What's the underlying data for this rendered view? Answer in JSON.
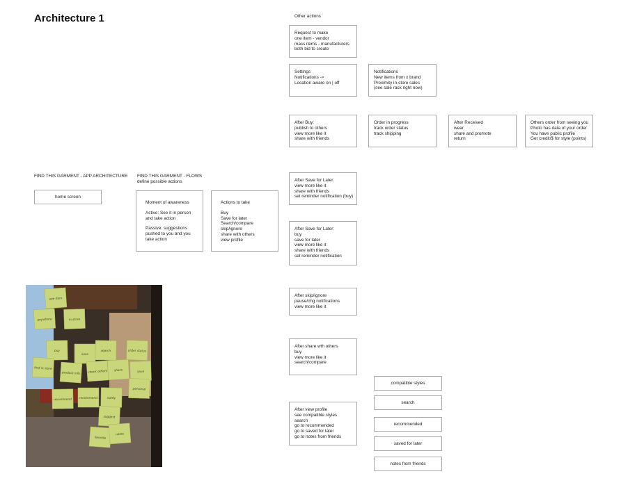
{
  "title": "Architecture 1",
  "other_actions_label": "Other actions",
  "app_architecture_label": "FIND THIS GARMENT - APP ARCHITECTURE",
  "flows_label": "FIND THIS GARMENT - FLOWS",
  "flows_sublabel": "define possible actions",
  "home_screen": "home screen",
  "moment_box": {
    "heading": "Moment of awareness",
    "active": [
      "Active: See it in person",
      "and take action"
    ],
    "passive": [
      "Passive: suggestions",
      "pushed to you and you",
      "take action"
    ]
  },
  "actions_box": {
    "heading": "Actions to take",
    "items": [
      "Buy",
      "Save for later",
      "Search/compare",
      "skip/ignore",
      "share with others",
      "view profile"
    ]
  },
  "boxes": {
    "request": [
      "Request to make",
      "one item - vendor",
      "mass items - manufacturers",
      "both bid to create"
    ],
    "settings": [
      "Settings",
      "Notifications  ->",
      "Location aware  on | off"
    ],
    "notifications": [
      "Notifications",
      "New items from x brand",
      "Proximity in-store sales",
      "(see sale rack right now)"
    ],
    "after_buy": [
      "After Buy:",
      "publish to others",
      "view more like it",
      "share with friends"
    ],
    "order_progress": [
      "Order in progress",
      "track order status",
      "track shipping"
    ],
    "after_received": [
      "After Received",
      "wear",
      "share and promote",
      "return"
    ],
    "others_order": [
      "Others order from seeing you",
      "Photo has data of your order",
      "You have public profile",
      "Get credit/$ for style (points)"
    ],
    "save_later_1": [
      "After Save for Later:",
      "view more like it",
      "share with friends",
      "set reminder notification (buy)"
    ],
    "save_later_2": [
      "After Save for Later:",
      "buy",
      "save for later",
      "view more like it",
      "share with friends",
      "set reminder notification"
    ],
    "skip": [
      "After skip/ignore",
      "pause/chg notifications",
      "view more like it"
    ],
    "share": [
      "After share wth others",
      "buy",
      "view more like it",
      "search/compare"
    ],
    "profile": [
      "After view profile",
      "see compatible styles",
      "search",
      "go to recommended",
      "go to saved for later",
      "go to notes from friends"
    ]
  },
  "profile_options": [
    "compatible styles",
    "search",
    "recommended",
    "saved for later",
    "notes from friends"
  ],
  "photo_notes": [
    "see item",
    "anywhere",
    "in store",
    "buy",
    "save",
    "search",
    "order status",
    "find in store",
    "product info",
    "check others",
    "share",
    "save",
    "recommend",
    "recommend",
    "notify",
    "personal",
    "suggest",
    "favorite",
    "notes"
  ],
  "colors": {
    "border": "#a8a8a8",
    "text": "#222222",
    "sticky_note": "#c9d67a",
    "photo_shadow": "#2a2520",
    "brick": "#b89a78",
    "sky": "#9fc0dd"
  }
}
